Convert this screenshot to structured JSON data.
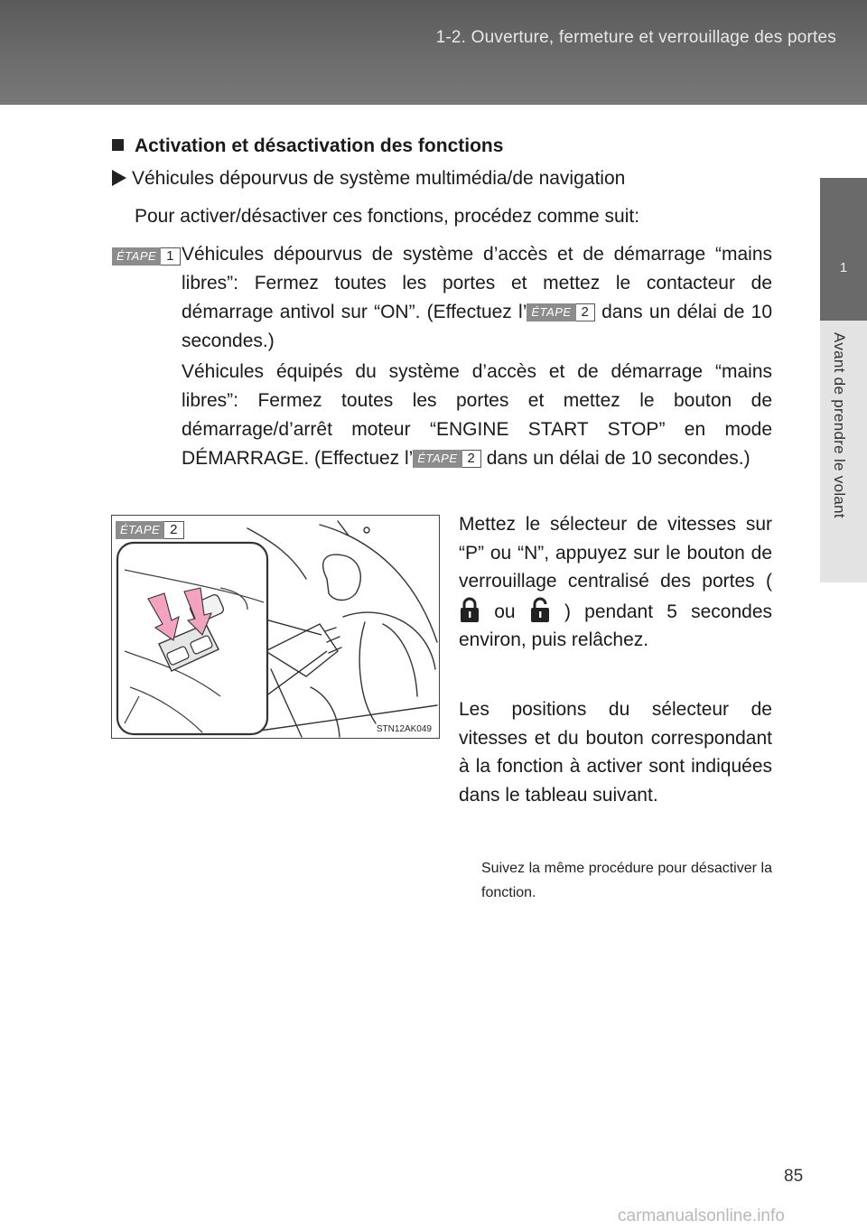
{
  "header": {
    "section_title": "1-2. Ouverture, fermeture et verrouillage des portes"
  },
  "side_tab": {
    "chapter_number": "1",
    "chapter_label": "Avant de prendre le volant"
  },
  "content": {
    "heading": "Activation et désactivation des fonctions",
    "subheading": "Véhicules dépourvus de système multimédia/de navigation",
    "intro": "Pour activer/désactiver ces fonctions, procédez comme suit:",
    "step_label": "ÉTAPE",
    "step1_number": "1",
    "step2_number": "2",
    "step1_para1_a": "Véhicules dépourvus de système d’accès et de démarrage “mains libres”: Fermez toutes les portes et mettez le contacteur de démarrage antivol sur “ON”. (Effectuez l’",
    "step1_para1_b": "dans un délai de 10 secondes.)",
    "step1_para2_a": "Véhicules équipés du système d’accès et de démarrage “mains libres”: Fermez toutes les portes et mettez le bouton de démarrage/d’arrêt moteur “ENGINE START STOP” en mode DÉMARRAGE. (Effectuez l’",
    "step1_para2_b": "dans un délai de 10 secondes.)",
    "step2_text_a": "Mettez le sélecteur de vitesses sur “P” ou “N”, appuyez sur le bouton de verrouillage centralisé des portes (",
    "step2_text_or": "ou",
    "step2_text_b": ") pendant 5 secondes environ, puis relâchez.",
    "step2_text2": "Les positions du sélecteur de vitesses et du bouton correspondant à la fonction à activer sont indiquées dans le tableau suivant.",
    "note": "Suivez la même procédure pour désactiver la fonction."
  },
  "figure": {
    "code": "STN12AK049"
  },
  "footer": {
    "page_number": "85",
    "watermark": "carmanualsonline.info"
  },
  "icons": [
    "lock-icon",
    "unlock-icon",
    "press-arrow-icon"
  ],
  "colors": {
    "header_bg": "#666666",
    "side_tab_bg": "#6a6a6a",
    "side_strip_bg": "#e3e3e3",
    "badge_bg": "#8c8c8c",
    "arrow_pink": "#f3a3bf"
  }
}
